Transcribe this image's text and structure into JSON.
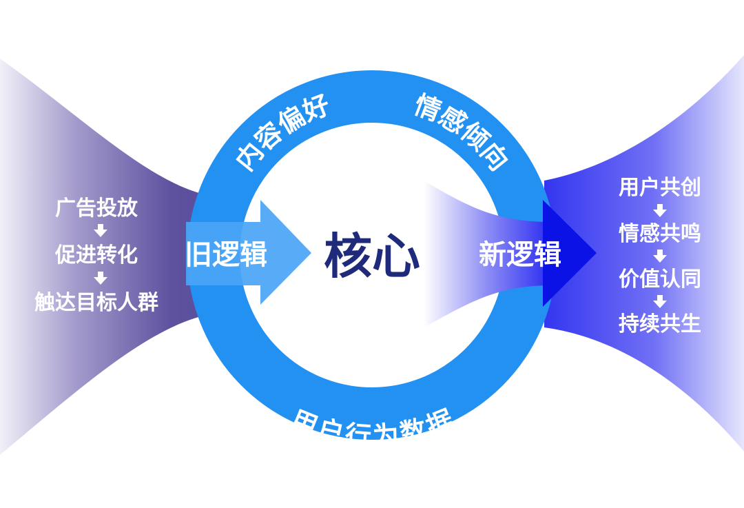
{
  "colors": {
    "ring": "#2391f2",
    "old_arrow": "#4aa5f7",
    "new_arrow": "#0a12e6",
    "core_text": "#1f2a7a",
    "left_funnel": "#5b4f9e",
    "right_funnel": "#3b3cf2"
  },
  "ring": {
    "top_left": "内容偏好",
    "top_right": "情感倾向",
    "bottom": "用户行为数据"
  },
  "core": "核心",
  "old_logic": {
    "label": "旧逻辑",
    "steps": [
      "广告投放",
      "促进转化",
      "触达目标人群"
    ]
  },
  "new_logic": {
    "label": "新逻辑",
    "steps": [
      "用户共创",
      "情感共鸣",
      "价值认同",
      "持续共生"
    ]
  },
  "icons": {
    "step_arrow": "down-arrow-icon"
  }
}
